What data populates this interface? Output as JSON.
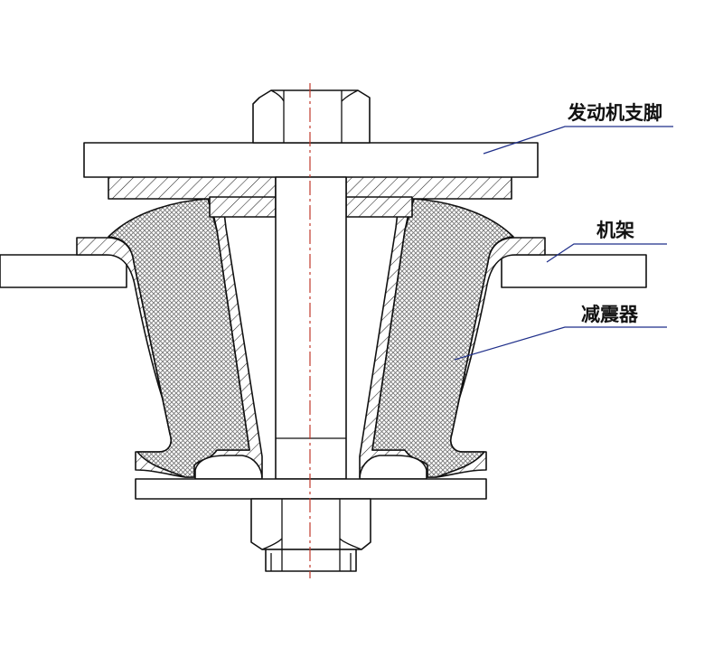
{
  "labels": {
    "engine_bracket": "发动机支脚",
    "frame": "机架",
    "damper": "减震器"
  },
  "colors": {
    "outline": "#111111",
    "leader": "#1f2f8a",
    "centerline": "#c0392b",
    "rubber_fill": "#8a8a8a"
  }
}
